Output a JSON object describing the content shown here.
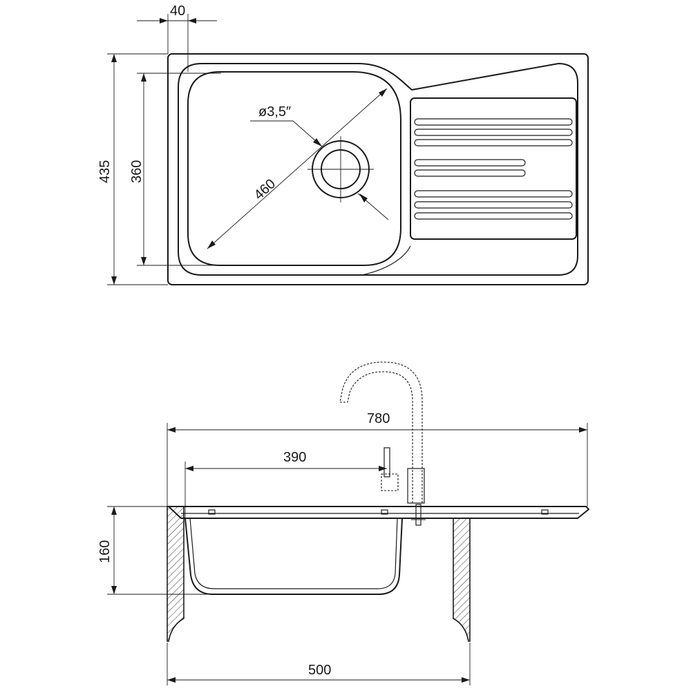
{
  "top_view": {
    "dim_edge": "40",
    "dim_depth_outer": "435",
    "dim_depth_bowl": "360",
    "dim_drain_diameter": "ø3,5″",
    "dim_bowl_diagonal": "460"
  },
  "side_view": {
    "dim_overall_width": "780",
    "dim_bowl_width": "390",
    "dim_bowl_depth": "160",
    "dim_cabinet_width": "500"
  }
}
